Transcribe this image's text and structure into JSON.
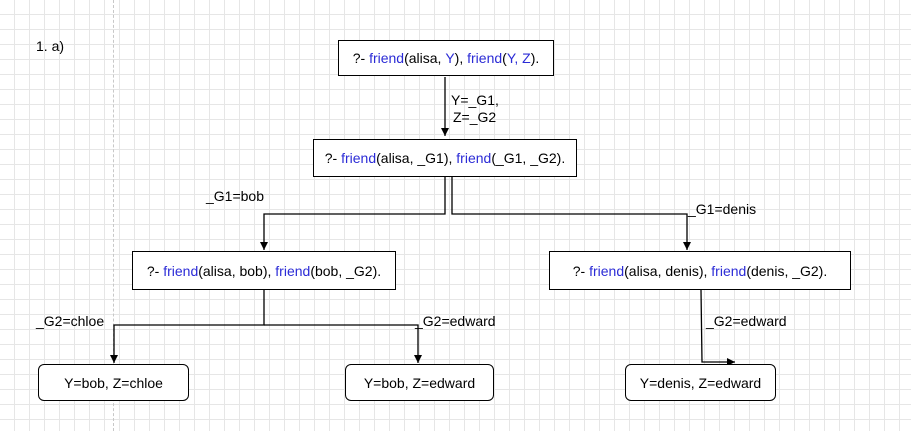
{
  "task_label": "1. a)",
  "nodes": {
    "root": {
      "prefix": "?- ",
      "kw1": "friend",
      "args1": "(alisa, ",
      "v1": "Y",
      "close1": "), ",
      "kw2": "friend",
      "args2": "(",
      "v2": "Y, Z",
      "close2": ")."
    },
    "level1": {
      "prefix": "?- ",
      "kw1": "friend",
      "args1": "(alisa, _G1), ",
      "kw2": "friend",
      "args2": "(_G1, _G2)."
    },
    "bob": {
      "prefix": "?- ",
      "kw1": "friend",
      "args1": "(alisa, bob), ",
      "kw2": "friend",
      "args2": "(bob, _G2)."
    },
    "denis": {
      "prefix": "?- ",
      "kw1": "friend",
      "args1": "(alisa, denis), ",
      "kw2": "friend",
      "args2": "(denis, _G2)."
    }
  },
  "results": {
    "chloe": "Y=bob, Z=chloe",
    "edward_bob": "Y=bob, Z=edward",
    "edward_denis": "Y=denis, Z=edward"
  },
  "edges": {
    "root_to_level1_line1": "Y=_G1,",
    "root_to_level1_line2": "Z=_G2",
    "g1_bob": "_G1=bob",
    "g1_denis": "_G1=denis",
    "g2_chloe": "_G2=chloe",
    "g2_edward_bob": "_G2=edward",
    "g2_edward_denis": "_G2=edward"
  }
}
